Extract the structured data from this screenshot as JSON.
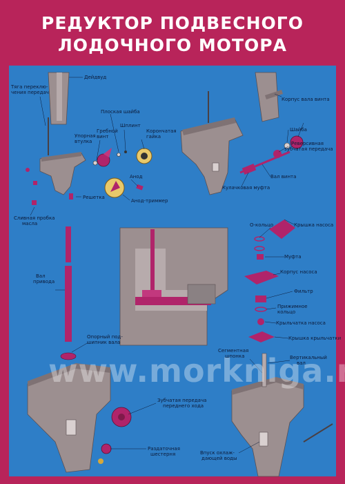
{
  "title": {
    "line1": "РЕДУКТОР ПОДВЕСНОГО",
    "line2": "ЛОДОЧНОГО МОТОРА"
  },
  "watermark": "www.morkniga.ru",
  "colors": {
    "frame": "#b8245a",
    "panel": "#2e7ec7",
    "housing": "#9c8f90",
    "parts": "#b0246a",
    "label": "#0c1a38"
  },
  "labels": {
    "deidvud": "Дейдвуд",
    "tyaga1": "Тяга переклю-",
    "tyaga2": "чения передач",
    "ploskaya1": "Плоская шайба",
    "shplint": "Шплинт",
    "grebnoy1": "Гребной",
    "grebnoy2": "винт",
    "koronchataya1": "Корончатая",
    "koronchataya2": "гайка",
    "upornaya1": "Упорная",
    "upornaya2": "втулка",
    "anod": "Анод",
    "reshetka": "Решетка",
    "anod_trimmer": "Анод-триммер",
    "slivnaya1": "Сливная пробка",
    "slivnaya2": "масла",
    "korpus_vala1": "Корпус вала винта",
    "shaiba": "Шайба",
    "reversivnaya1": "Реверсивная",
    "reversivnaya2": "зубчатая передача",
    "val_vinta": "Вал винта",
    "kulachkovaya": "Кулачковая муфта",
    "o_kolco": "О-кольцо",
    "kryshka_nasosa": "Крышка насоса",
    "mufta": "Муфта",
    "korpus_nasosa": "Корпус насоса",
    "filtr": "Фильтр",
    "prizhimnoe1": "Прижимное",
    "prizhimnoe2": "кольцо",
    "krylchatka_nasosa": "Крыльчатка насоса",
    "kryshka_krylchatki": "Крышка крыльчатки",
    "segmentnaya1": "Сегментная",
    "segmentnaya2": "шпонка",
    "vertikalnyi1": "Вертикальный",
    "vertikalnyi2": "вал",
    "val_privoda1": "Вал",
    "val_privoda2": "привода",
    "opornyi1": "Опорный под-",
    "opornyi2": "шипник вала",
    "zubchataya1": "Зубчатая передача",
    "zubchataya2": "переднего хода",
    "razdatochnaya1": "Раздаточная",
    "razdatochnaya2": "шестерня",
    "vpusk1": "Впуск охлаж-",
    "vpusk2": "дающей воды"
  }
}
